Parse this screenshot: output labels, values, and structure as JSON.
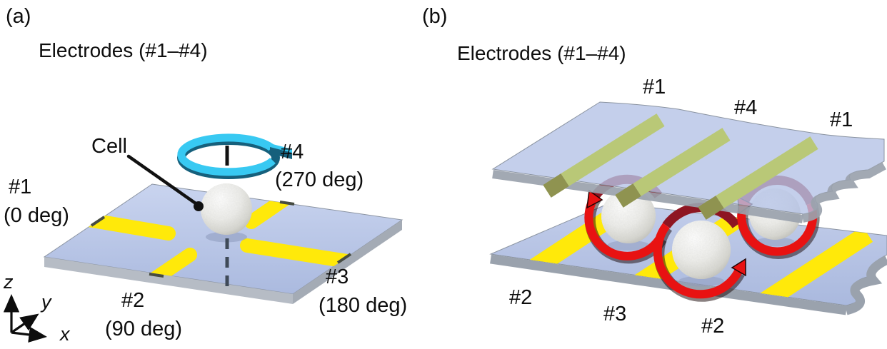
{
  "figure": {
    "panel_a": {
      "tag": "(a)",
      "title": "Electrodes (#1–#4)",
      "cell_label": "Cell",
      "electrodes": [
        {
          "id": "#1",
          "angle": "(0 deg)"
        },
        {
          "id": "#2",
          "angle": "(90 deg)"
        },
        {
          "id": "#3",
          "angle": "(180 deg)"
        },
        {
          "id": "#4",
          "angle": "(270 deg)"
        }
      ],
      "axes": {
        "x": "x",
        "y": "y",
        "z": "z"
      }
    },
    "panel_b": {
      "tag": "(b)",
      "title": "Electrodes (#1–#4)",
      "top_plate_electrode_labels": [
        "#1",
        "#4",
        "#1"
      ],
      "bottom_plate_electrode_labels": [
        "#2",
        "#3",
        "#2"
      ]
    },
    "colors": {
      "substrate_blue": "#b5c3e6",
      "substrate_edge_gray": "#9aa2ad",
      "electrode_yellow": "#ffe90a",
      "top_electrode_olive": "#b9c877",
      "rotation_arrow_cyan": "#38c9f2",
      "rotation_arrow_red": "#e81212",
      "cell_white": "#efefec",
      "text_black": "#111111"
    }
  }
}
